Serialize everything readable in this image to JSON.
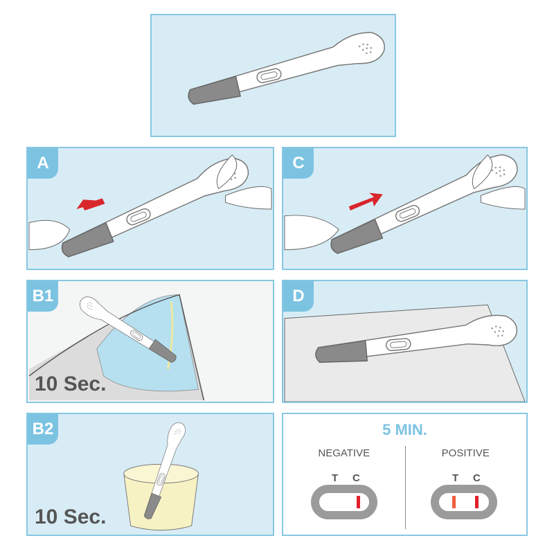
{
  "panels": {
    "a": {
      "label": "A"
    },
    "c": {
      "label": "C"
    },
    "b1": {
      "label": "B1",
      "duration": "10 Sec."
    },
    "d": {
      "label": "D"
    },
    "b2": {
      "label": "B2",
      "duration": "10 Sec."
    }
  },
  "results": {
    "title": "5 MIN.",
    "negative": {
      "label": "NEGATIVE",
      "t": "T",
      "c": "C"
    },
    "positive": {
      "label": "POSITIVE",
      "t": "T",
      "c": "C"
    },
    "colors": {
      "control_line": "#e0202a",
      "test_line": "#ee6040",
      "accent": "#7cc3e2"
    }
  }
}
